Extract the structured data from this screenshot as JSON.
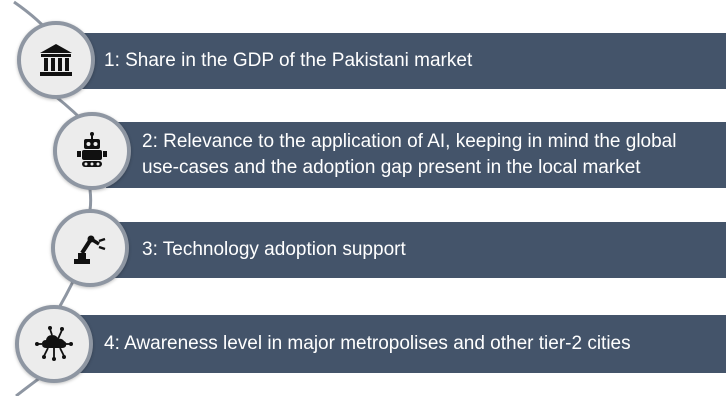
{
  "items": [
    {
      "label": "1:  Share in the GDP of the Pakistani market",
      "icon": "bank-building-icon"
    },
    {
      "label": "2: Relevance to the application of AI, keeping in mind the global use-cases and the adoption gap present in the local market",
      "line1": "2: Relevance to the application of AI, keeping in mind the global",
      "line2": "use-cases and the adoption gap present in the local market",
      "icon": "robot-icon"
    },
    {
      "label": "3: Technology adoption support",
      "icon": "robotic-arm-icon"
    },
    {
      "label": "4: Awareness level in major metropolises and other tier-2 cities",
      "icon": "cloud-network-icon"
    }
  ],
  "colors": {
    "bar": "#44546a",
    "disc_fill": "#ececec",
    "disc_ring": "#8e96a2",
    "text": "#ffffff"
  }
}
